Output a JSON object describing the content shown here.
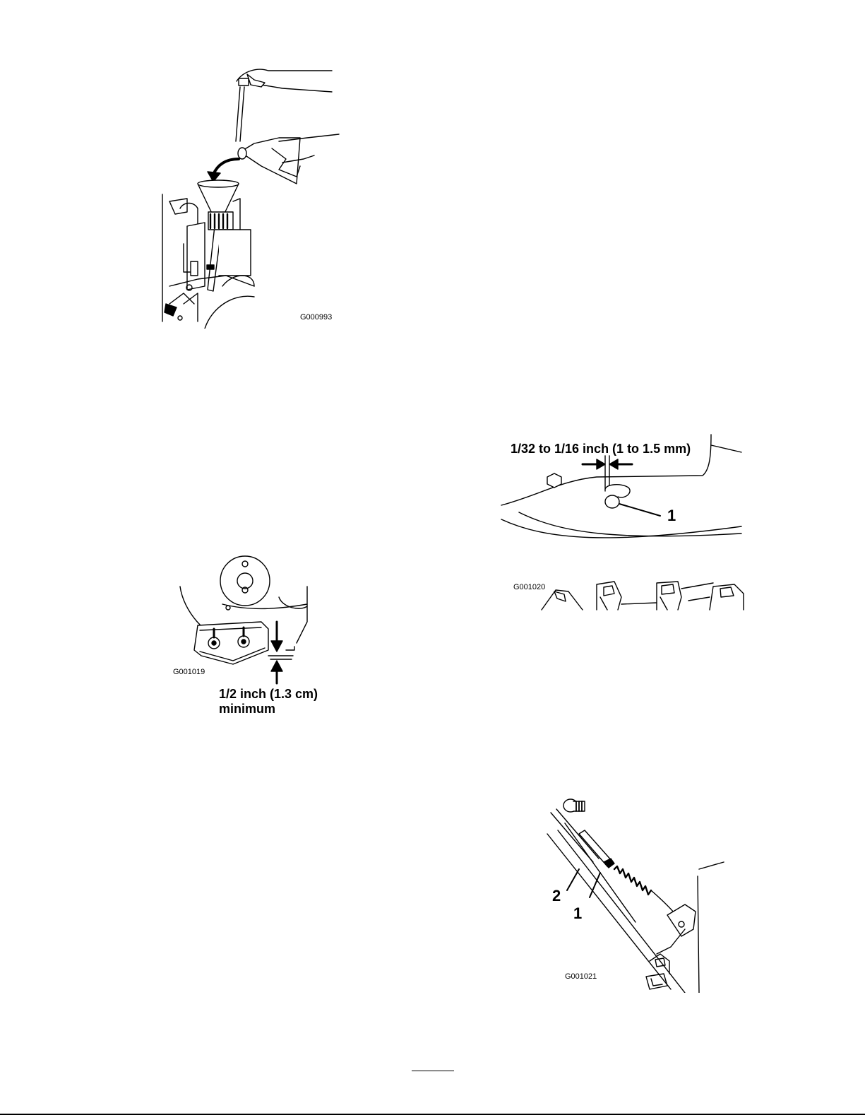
{
  "figures": {
    "oil_fill": {
      "id": "G000993"
    },
    "skid_clearance": {
      "id": "G001019",
      "callout_line1": "1/2 inch (1.3 cm)",
      "callout_line2": "minimum"
    },
    "scraper_gap": {
      "id": "G001020",
      "callout": "1/32 to 1/16 inch (1 to 1.5 mm)",
      "label_1": "1"
    },
    "cable_adjust": {
      "id": "G001021",
      "label_1": "1",
      "label_2": "2"
    }
  }
}
